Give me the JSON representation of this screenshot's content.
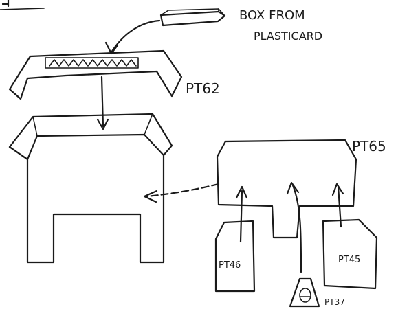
{
  "labels": {
    "box_note_line1": "BOX FROM",
    "box_note_line2": "PLASTICARD",
    "pt62": "PT62",
    "pt65": "PT65",
    "pt46": "PT46",
    "pt45": "PT45",
    "pt37": "PT37"
  }
}
